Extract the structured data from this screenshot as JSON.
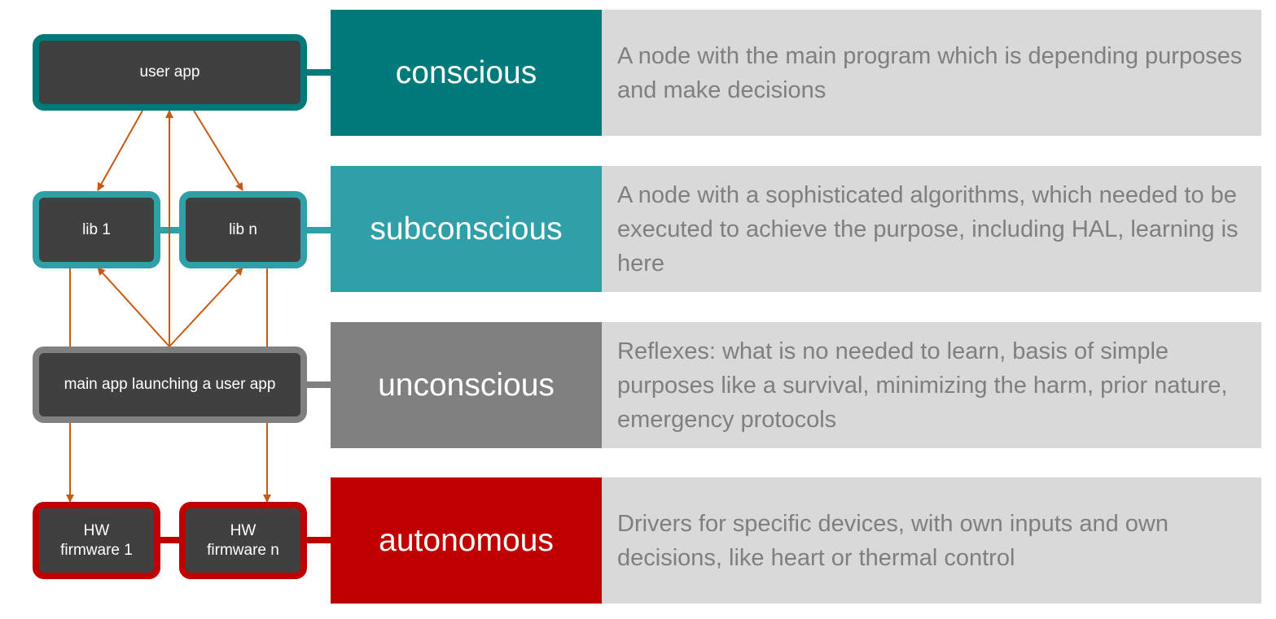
{
  "colors": {
    "conscious": "#017a7a",
    "subconscious": "#2fa0a8",
    "unconscious": "#808080",
    "autonomous": "#c00000",
    "node_fill": "#404040",
    "description_fill": "#d9d9d9",
    "description_text": "#7f7f7f",
    "arrow": "#c55a11"
  },
  "nodes": {
    "user_app": "user app",
    "lib_1": "lib 1",
    "lib_n": "lib n",
    "main_app": "main app launching a user app",
    "hw_firmware_1": [
      "HW",
      "firmware 1"
    ],
    "hw_firmware_n": [
      "HW",
      "firmware n"
    ]
  },
  "levels": [
    {
      "label": "conscious",
      "description": "A node with the main program which is depending purposes and make decisions"
    },
    {
      "label": "subconscious",
      "description": "A node with a sophisticated algorithms, which needed to be executed to achieve the purpose, including HAL, learning is here"
    },
    {
      "label": "unconscious",
      "description": "Reflexes: what is no needed to learn, basis of simple purposes like a survival, minimizing the harm, prior nature, emergency protocols"
    },
    {
      "label": "autonomous",
      "description": "Drivers for specific devices, with own inputs and own decisions, like heart or thermal control"
    }
  ]
}
